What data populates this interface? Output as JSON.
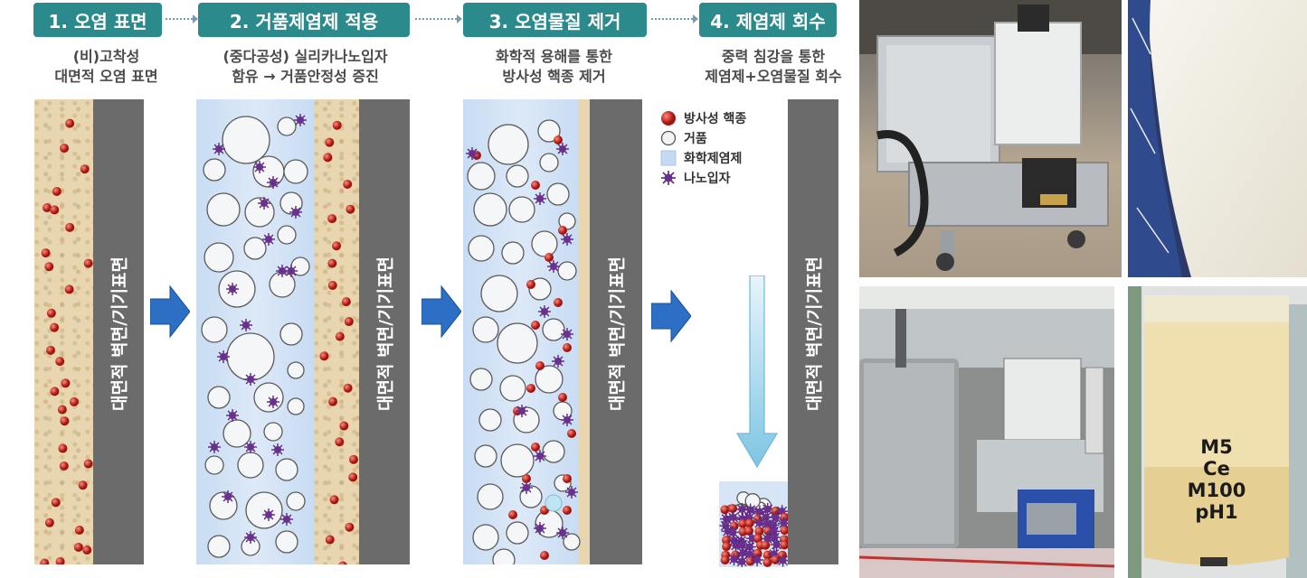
{
  "steps": [
    {
      "label": "1. 오염 표면",
      "desc": [
        "(비)고착성",
        "대면적 오염 표면"
      ]
    },
    {
      "label": "2. 거품제염제 적용",
      "desc": [
        "(중다공성) 실리카나노입자",
        "함유 → 거품안정성 증진"
      ]
    },
    {
      "label": "3. 오염물질 제거",
      "desc": [
        "화학적 용해를 통한",
        "방사성 핵종 제거"
      ]
    },
    {
      "label": "4. 제염제 회수",
      "desc": [
        "중력 침강을 통한",
        "제염제+오염물질 회수"
      ]
    }
  ],
  "wall_label": "대면적 벽면/기기표면",
  "legend": [
    {
      "icon": "red-sphere-icon",
      "label": "방사성 핵종"
    },
    {
      "icon": "white-circle-icon",
      "label": "거품"
    },
    {
      "icon": "blue-square-icon",
      "label": "화학제염제"
    },
    {
      "icon": "purple-particle-icon",
      "label": "나노입자"
    }
  ],
  "photo_label": [
    "M5",
    "Ce",
    "M100",
    "pH1"
  ],
  "colors": {
    "step": "#2a8a8c",
    "wall": "#6b6b6b",
    "sand": "#e8d6b0",
    "foam": "#dde9f8",
    "nuclide": "#c0201a",
    "nanoparticle": "#5a2a7a",
    "arrow": "#2d6fc4"
  }
}
